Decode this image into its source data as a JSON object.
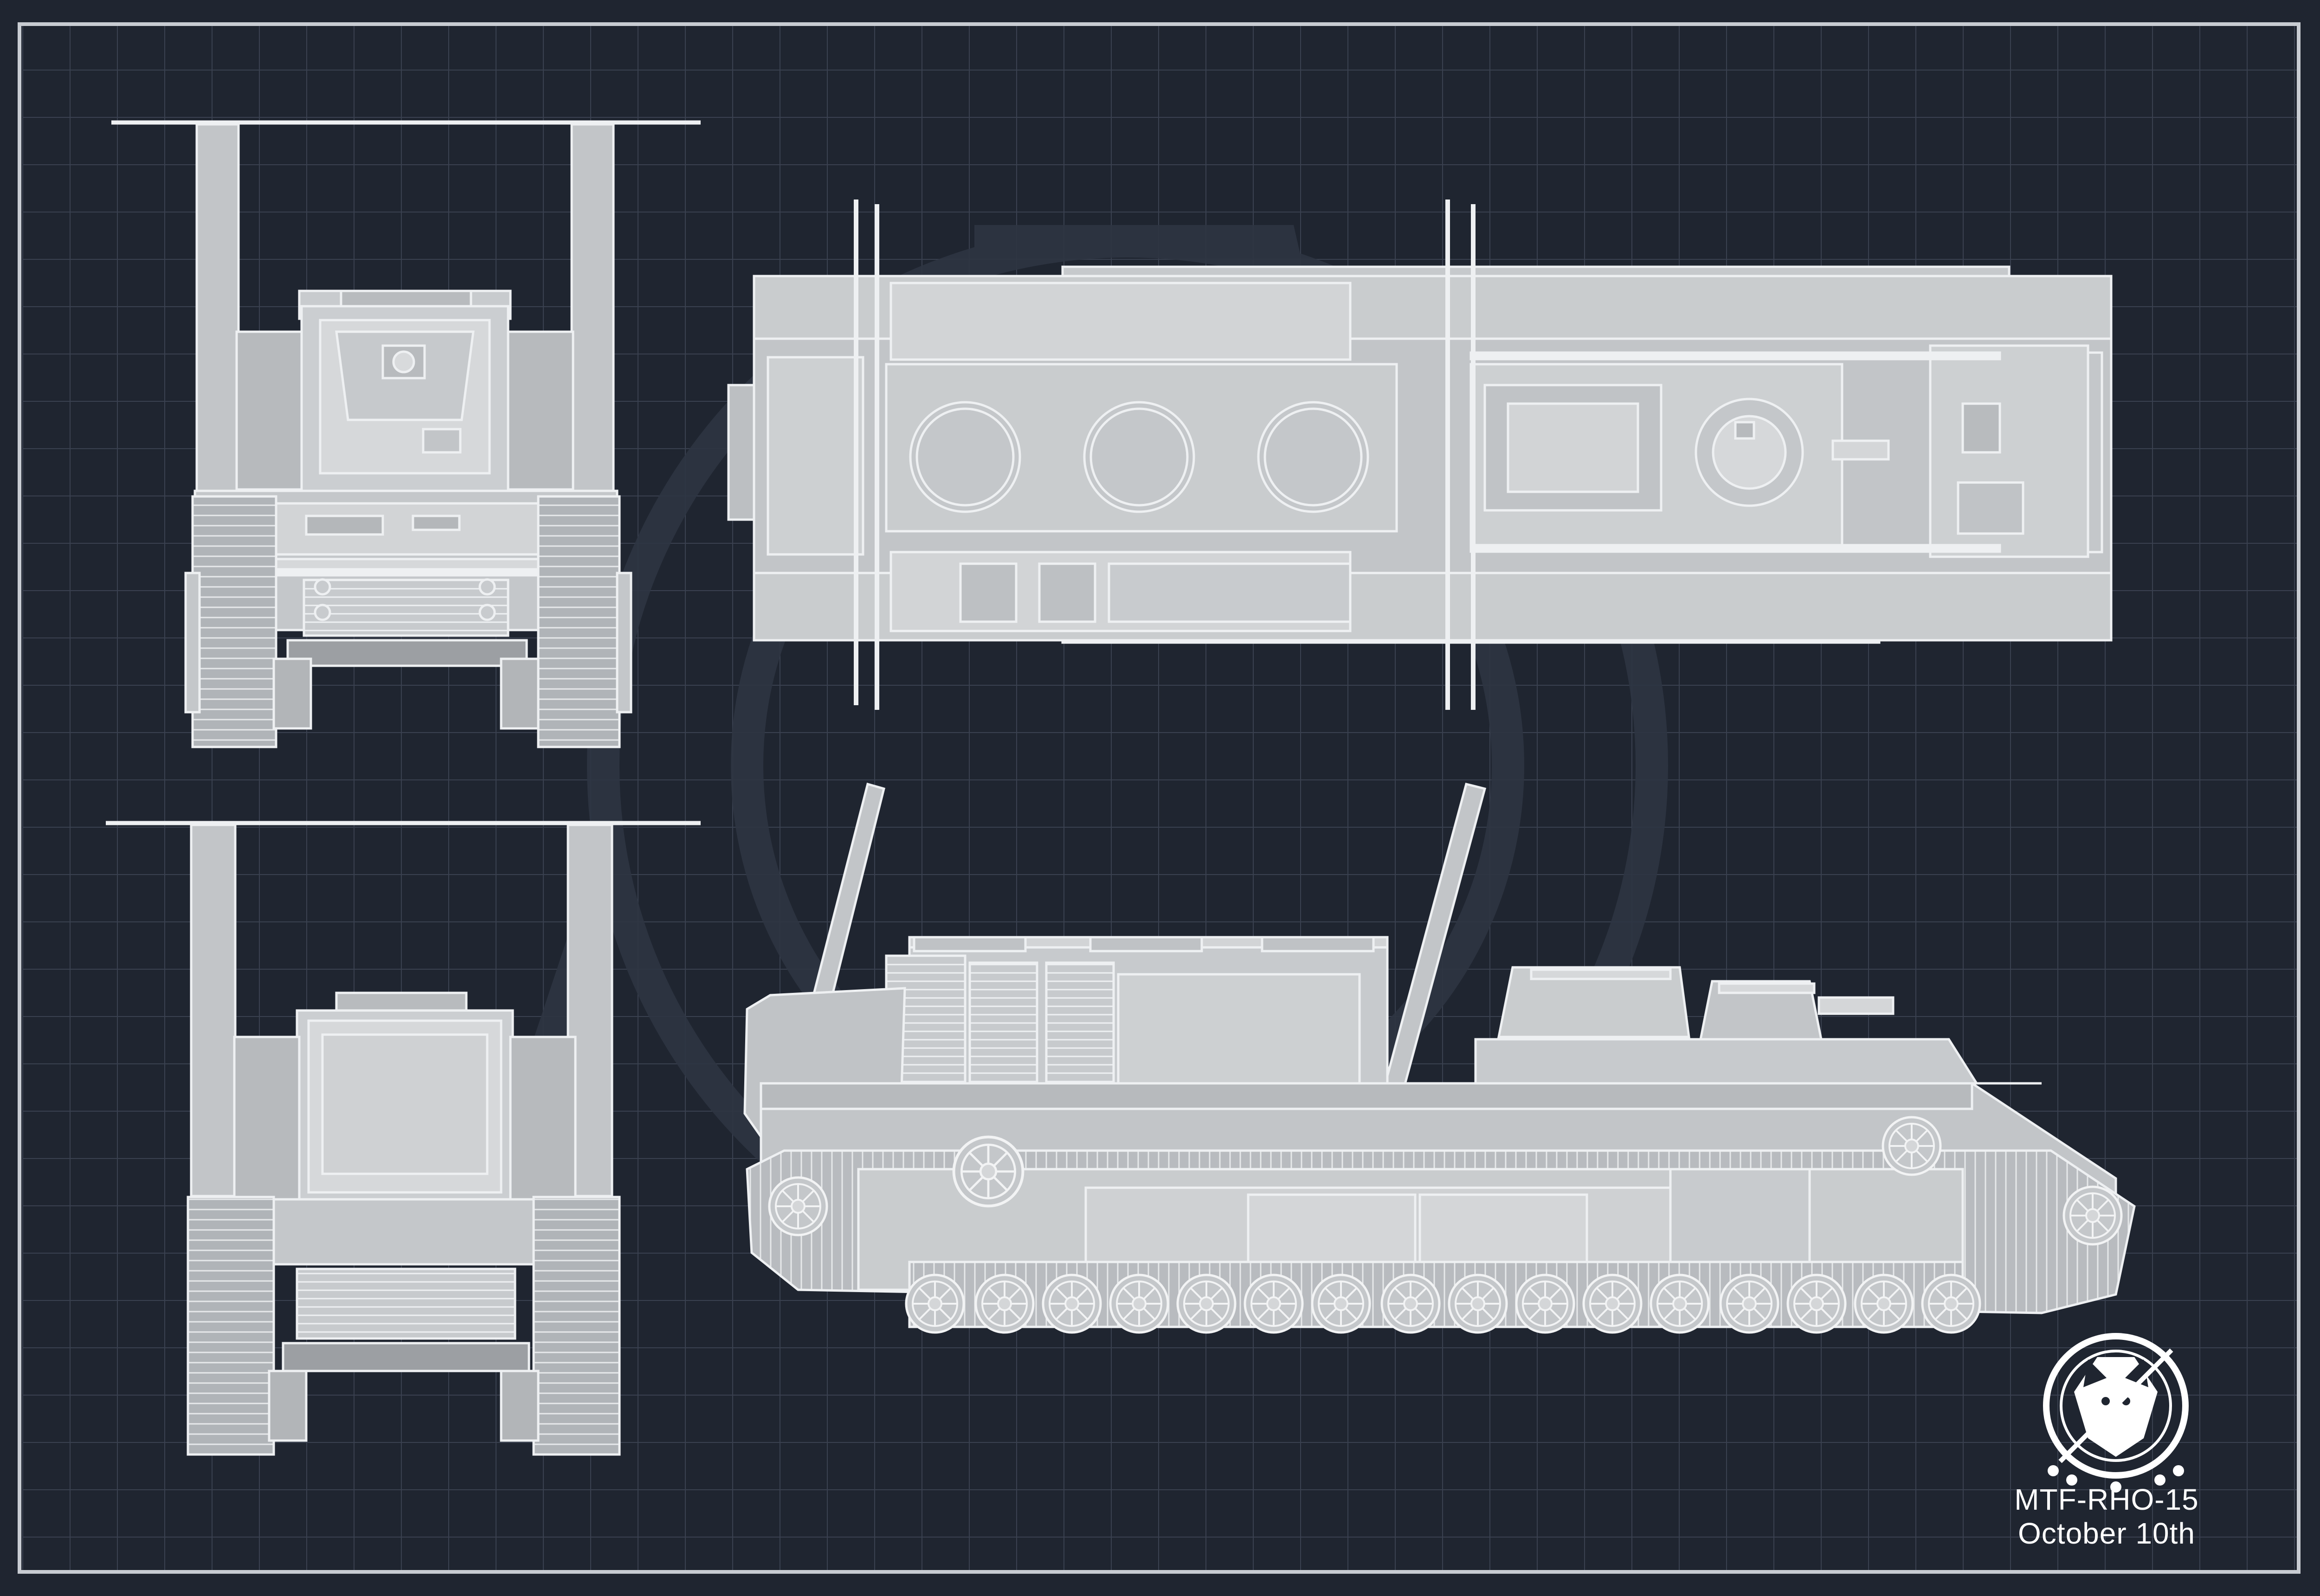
{
  "title_block": {
    "unit": "MTF-RHO-15",
    "date": "October 10th"
  },
  "emblem": {
    "name": "wolf-emblem",
    "watermark": "foundation-logo-watermark"
  },
  "views": [
    {
      "id": "front-view"
    },
    {
      "id": "top-view"
    },
    {
      "id": "rear-view"
    },
    {
      "id": "side-view"
    }
  ],
  "colors": {
    "background": "#1f2530",
    "grid": "#3a4150",
    "frame": "#c8ccd2",
    "hull_fill": "#bfc2c6",
    "hull_stroke": "#f0f1f2",
    "watermark": "#2d3440"
  }
}
